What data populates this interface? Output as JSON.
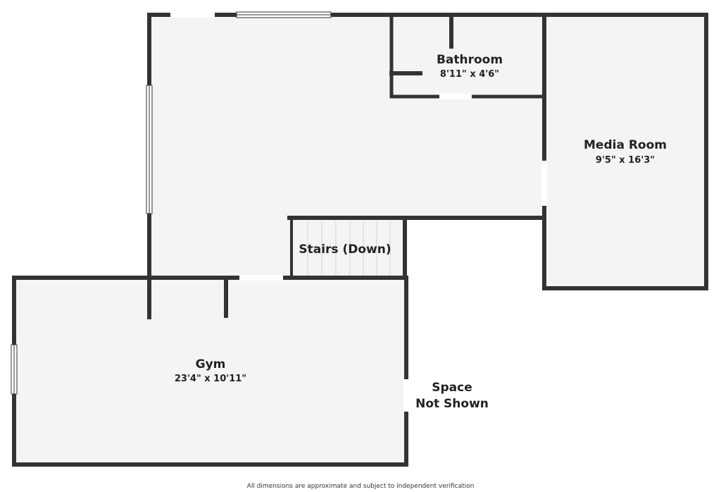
{
  "floorplan": {
    "rooms": {
      "bathroom": {
        "name": "Bathroom",
        "dimensions": "8'11\" x 4'6\""
      },
      "media_room": {
        "name": "Media Room",
        "dimensions": "9'5\" x 16'3\""
      },
      "stairs": {
        "name": "Stairs (Down)"
      },
      "gym": {
        "name": "Gym",
        "dimensions": "23'4\" x 10'11\""
      }
    },
    "unshown_area": {
      "line1": "Space",
      "line2": "Not Shown"
    },
    "disclaimer": "All dimensions are approximate and subject to independent verification"
  },
  "colors": {
    "wall": "#333333",
    "floor": "#f4f4f4",
    "opening": "#ffffff",
    "text": "#222222"
  }
}
